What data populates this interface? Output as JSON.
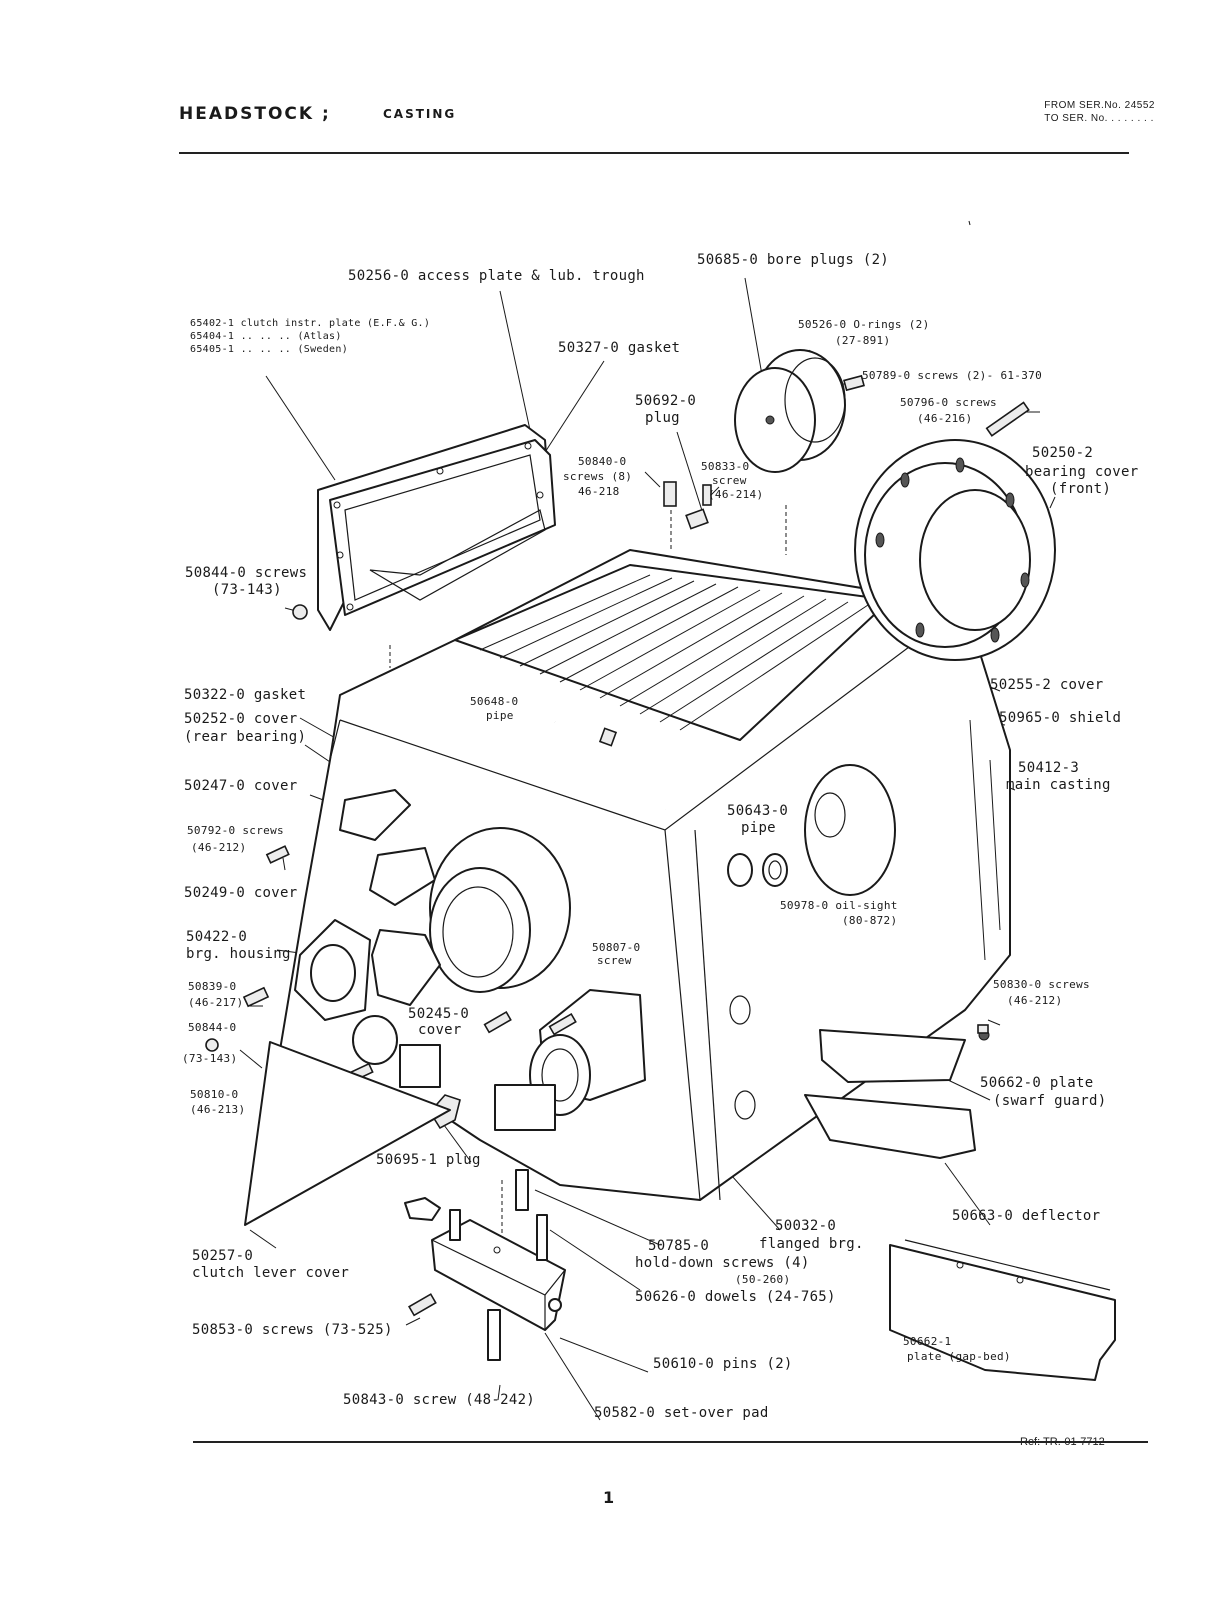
{
  "header": {
    "title": "HEADSTOCK ;",
    "subtitle": "CASTING",
    "from_ser": "FROM SER.No. 24552",
    "to_ser": "TO SER. No. . . . . . . ."
  },
  "callouts": {
    "c01": "50256-0 access plate & lub. trough",
    "c02": "50685-0 bore plugs (2)",
    "c03a": "65402-1 clutch instr. plate (E.F.& G.)",
    "c03b": "65404-1      ..      ..      ..   (Atlas)",
    "c03c": "65405-1      ..      ..      ..   (Sweden)",
    "c04": "50327-0 gasket",
    "c05a": "50526-0  O-rings (2)",
    "c05b": "(27-891)",
    "c06": "50789-0 screws (2)- 61-370",
    "c07a": "50692-0",
    "c07b": "plug",
    "c08a": "50796-0 screws",
    "c08b": "(46-216)",
    "c09a": "50840-0",
    "c09b": "screws (8)",
    "c09c": "46-218",
    "c10a": "50833-0",
    "c10b": "screw",
    "c10c": "(46-214)",
    "c11a": "50250-2",
    "c11b": "bearing cover",
    "c11c": "(front)",
    "c12a": "50844-0 screws",
    "c12b": "(73-143)",
    "c13": "50255-2 cover",
    "c14": "50322-0 gasket",
    "c15a": "50252-0 cover",
    "c15b": "(rear bearing)",
    "c16a": "50648-0",
    "c16b": "pipe",
    "c17": "50965-0 shield",
    "c18a": "50412-3",
    "c18b": "main casting",
    "c19": "50247-0 cover",
    "c20a": "50643-0",
    "c20b": "pipe",
    "c21a": "50792-0 screws",
    "c21b": "(46-212)",
    "c22": "50249-0 cover",
    "c23a": "50978-0 oil-sight",
    "c23b": "(80-872)",
    "c24a": "50422-0",
    "c24b": "brg. housing",
    "c25a": "50807-0",
    "c25b": "screw",
    "c26a": "50839-0",
    "c26b": "(46-217)",
    "c27a": "50245-0",
    "c27b": "cover",
    "c28a": "50830-0 screws",
    "c28b": "(46-212)",
    "c29a": "50844-0",
    "c29b": "(73-143)",
    "c30a": "50662-0 plate",
    "c30b": "(swarf guard)",
    "c31a": "50810-0",
    "c31b": "(46-213)",
    "c32": "50695-1 plug",
    "c33": "50663-0 deflector",
    "c34a": "50032-0",
    "c34b": "flanged brg.",
    "c35a": "50257-0",
    "c35b": "clutch lever cover",
    "c36a": "50785-0",
    "c36b": "hold-down screws (4)",
    "c36c": "(50-260)",
    "c37": "50626-0 dowels (24-765)",
    "c38": "50853-0 screws (73-525)",
    "c39a": "50662-1",
    "c39b": "plate (gap-bed)",
    "c40": "50610-0 pins (2)",
    "c41": "50843-0 screw (48-242)",
    "c42": "50582-0  set-over pad"
  },
  "footer": {
    "ref": "Ref: TR.-01-7712",
    "page": "1"
  }
}
